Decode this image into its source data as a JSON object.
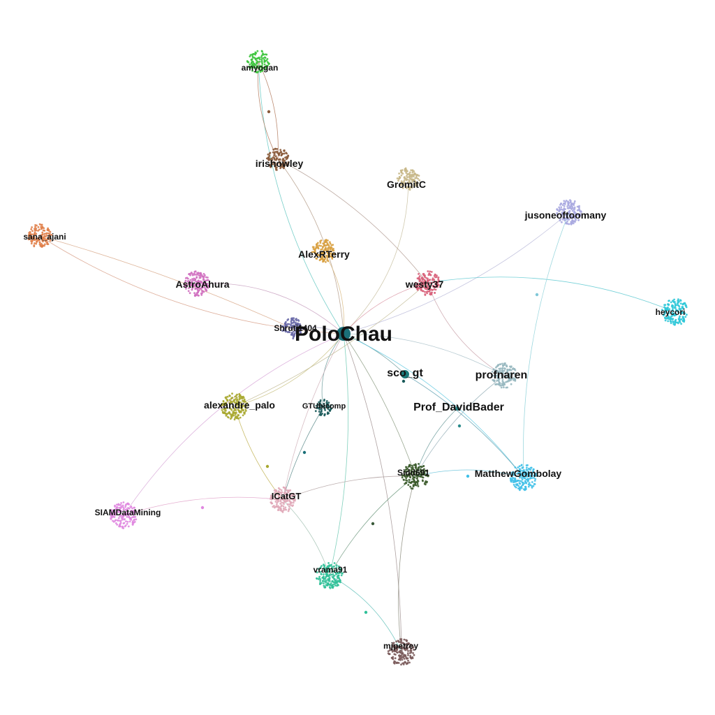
{
  "graph": {
    "hub": {
      "id": "PoloChau",
      "label": "PoloChau",
      "color": "#1a6f78"
    },
    "nodes": [
      {
        "id": "amyogan",
        "label": "amyogan",
        "color": "#3cc43c"
      },
      {
        "id": "irishowley",
        "label": "irishowley",
        "color": "#8a5a3a"
      },
      {
        "id": "GromitC",
        "label": "GromitC",
        "color": "#c8b88a"
      },
      {
        "id": "jusoneoftoomany",
        "label": "jusoneoftoomany",
        "color": "#a8a8e0"
      },
      {
        "id": "sana_ajani",
        "label": "sana_ajani",
        "color": "#e0804a"
      },
      {
        "id": "AlexRTerry",
        "label": "AlexRTerry",
        "color": "#d8a040"
      },
      {
        "id": "AstroAhura",
        "label": "AstroAhura",
        "color": "#d070c0"
      },
      {
        "id": "westy37",
        "label": "westy37",
        "color": "#d8607a"
      },
      {
        "id": "heycori",
        "label": "heycori",
        "color": "#30c8d8"
      },
      {
        "id": "Shruti1404",
        "label": "Shruti1404",
        "color": "#6a6aa8"
      },
      {
        "id": "sco_gt",
        "label": "sco_gt",
        "color": "#1a7a7a"
      },
      {
        "id": "profnaren",
        "label": "profnaren",
        "color": "#98b8c0"
      },
      {
        "id": "Prof_DavidBader",
        "label": "Prof_DavidBader",
        "color": "#2a8a8a"
      },
      {
        "id": "alexandre_palo",
        "label": "alexandre_palo",
        "color": "#a8a830"
      },
      {
        "id": "GTUbicomp",
        "label": "GTUbicomp",
        "color": "#1a5a5a"
      },
      {
        "id": "Sidd691",
        "label": "Sidd691",
        "color": "#3a5a2a"
      },
      {
        "id": "MatthewGombolay",
        "label": "MatthewGombolay",
        "color": "#40c0e8"
      },
      {
        "id": "ICatGT",
        "label": "ICatGT",
        "color": "#e0a8b8"
      },
      {
        "id": "SIAMDataMining",
        "label": "SIAMDataMining",
        "color": "#e088e0"
      },
      {
        "id": "vrama91",
        "label": "vrama91",
        "color": "#30c098"
      },
      {
        "id": "mjpetrey",
        "label": "mjpetrey",
        "color": "#7a5a5a"
      }
    ],
    "edge_color": "#9aa0a0"
  }
}
